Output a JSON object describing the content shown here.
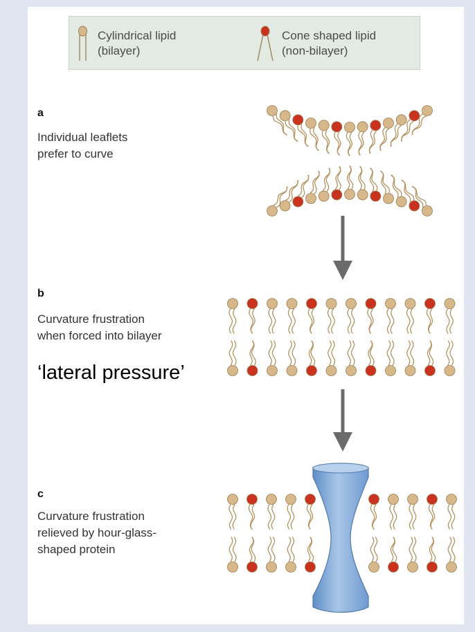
{
  "legend": {
    "cylindrical_line1": "Cylindrical lipid",
    "cylindrical_line2": "(bilayer)",
    "cone_line1": "Cone shaped lipid",
    "cone_line2": "(non-bilayer)"
  },
  "steps": [
    {
      "letter": "a",
      "line1": "Individual leaflets",
      "line2": "prefer to curve",
      "line3": ""
    },
    {
      "letter": "b",
      "line1": "Curvature frustration",
      "line2": "when forced into bilayer",
      "line3": ""
    },
    {
      "letter": "c",
      "line1": "Curvature frustration",
      "line2": "relieved by hour-glass-",
      "line3": "shaped protein"
    }
  ],
  "annotation": "‘lateral pressure’",
  "colors": {
    "cylindrical_head": "#d6b88a",
    "cone_head": "#c8321f",
    "protein": "#8fb3dc",
    "arrow": "#6b6b6b",
    "legend_bg": "#e3eae3"
  }
}
